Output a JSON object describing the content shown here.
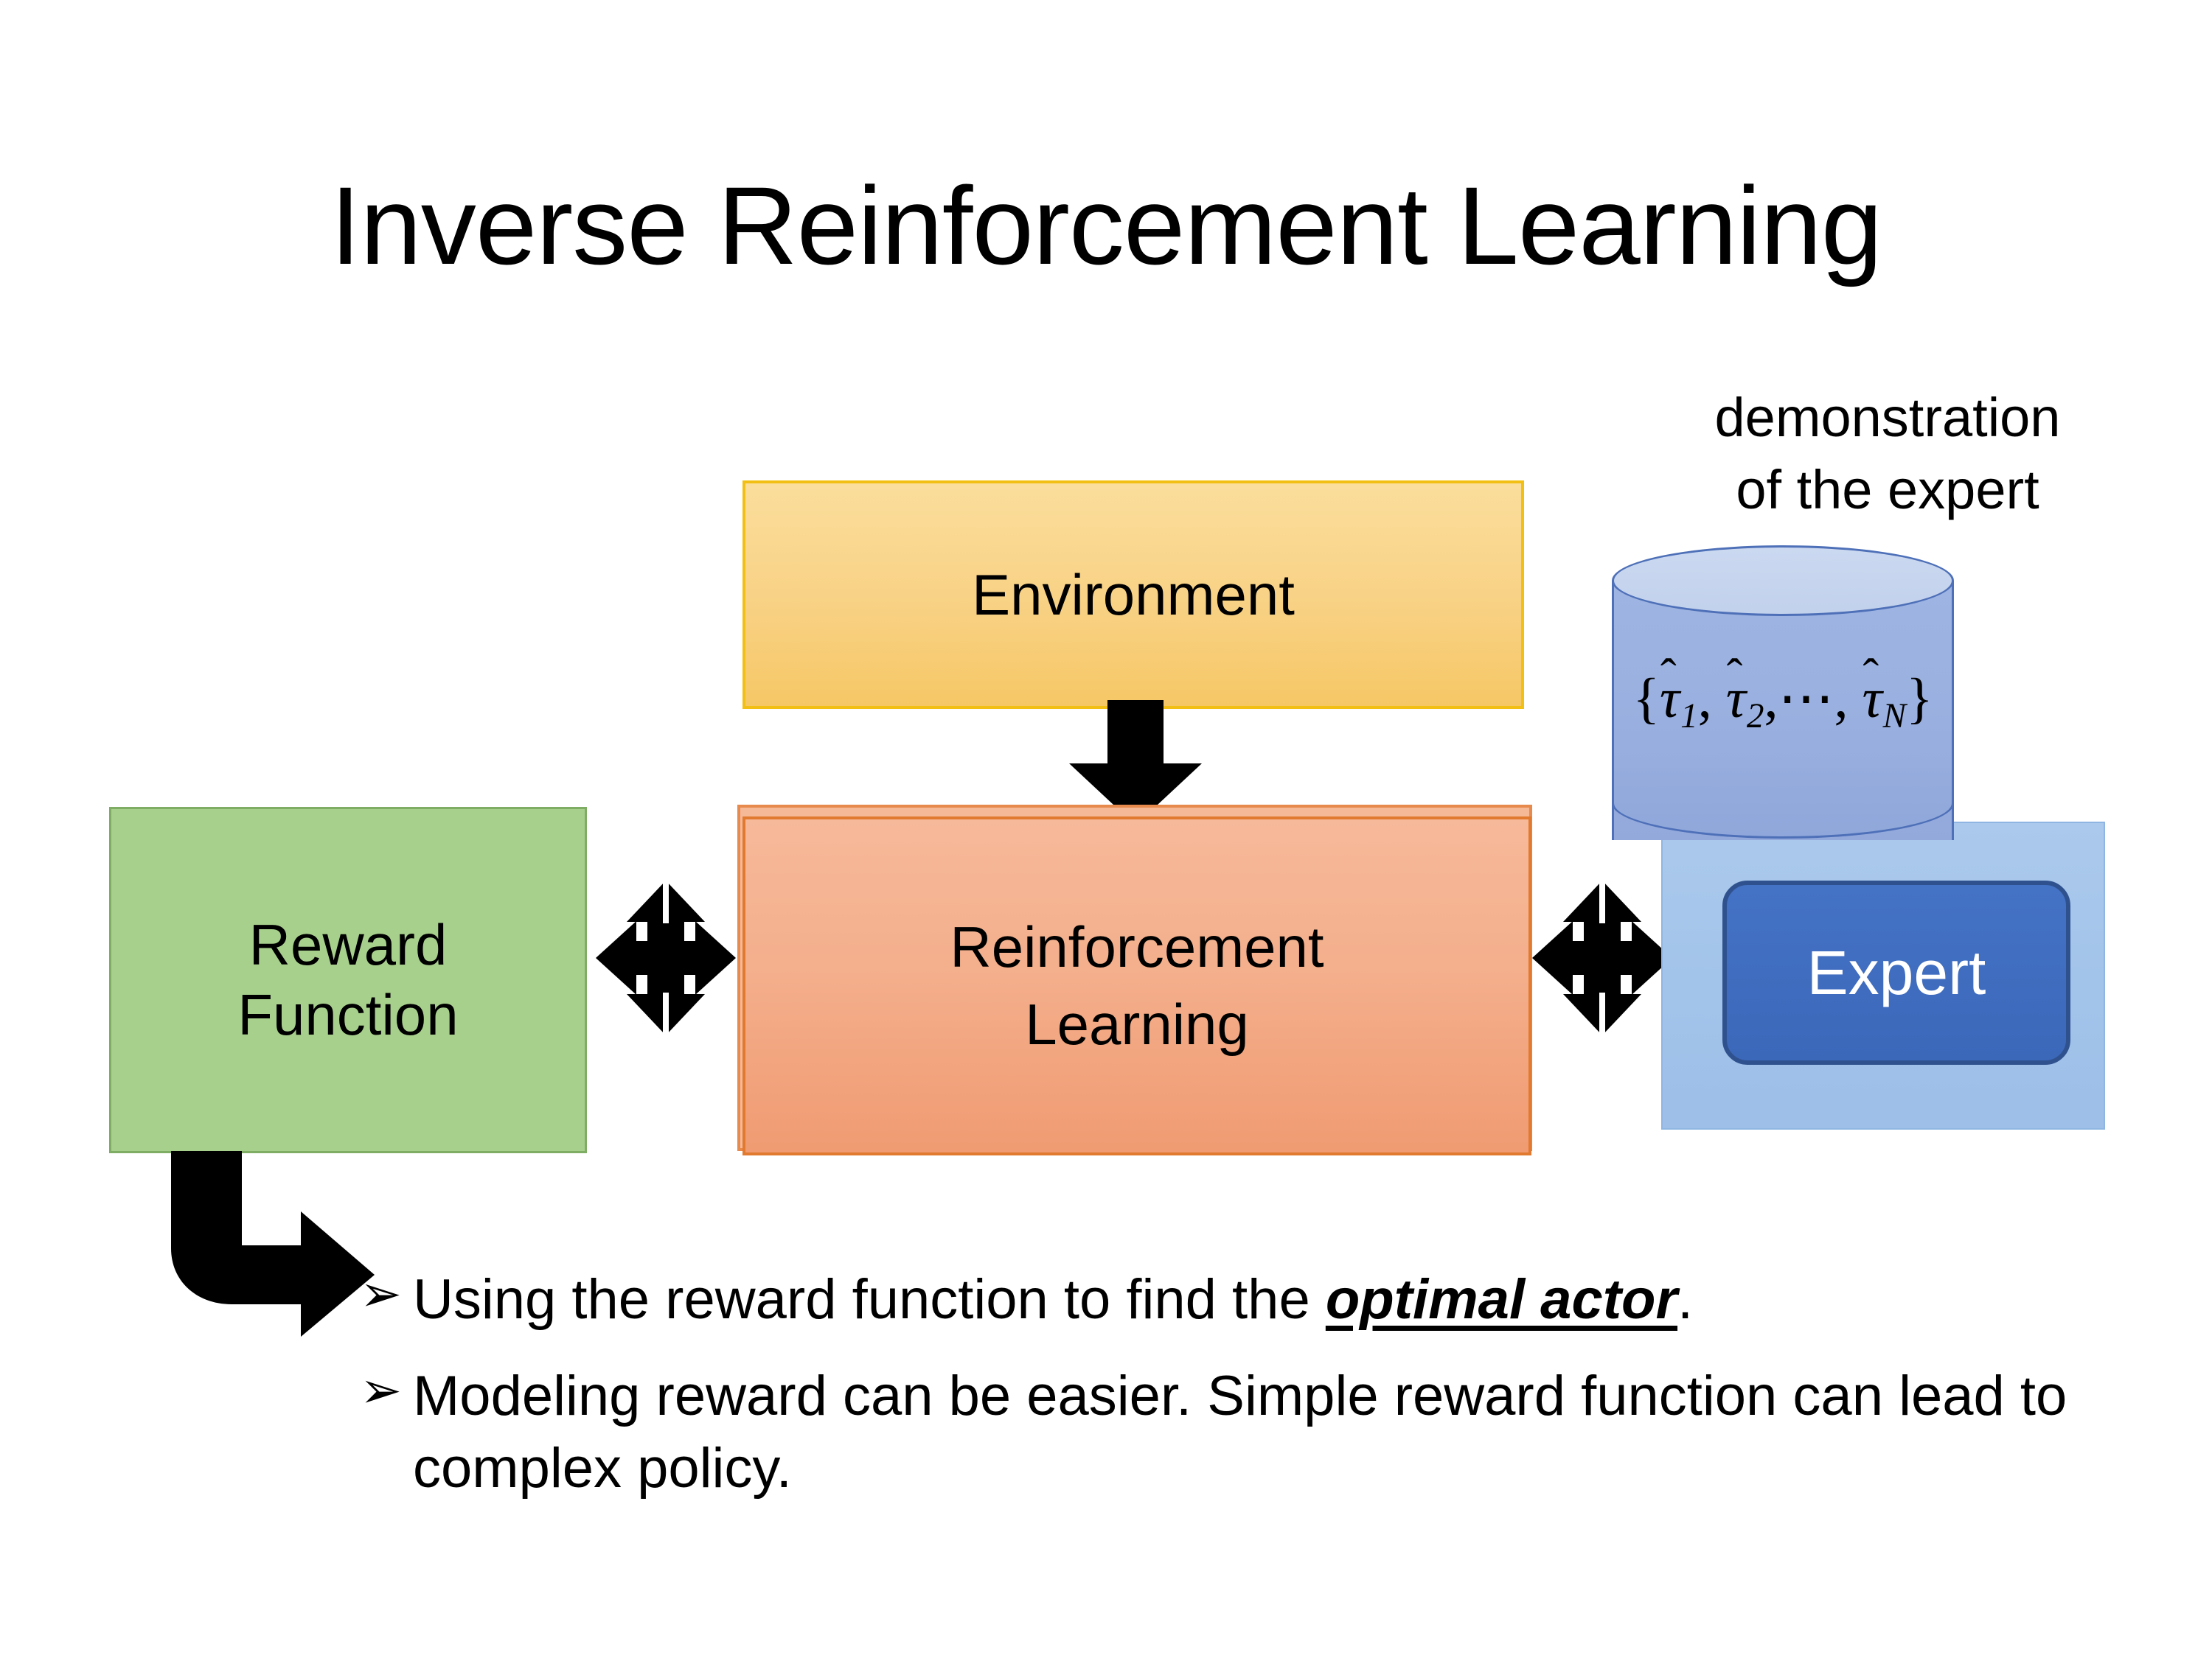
{
  "slide": {
    "title": "Inverse Reinforcement Learning"
  },
  "diagram": {
    "environment_box": {
      "label": "Environment",
      "fill": "#F8D184",
      "border": "#F2C014"
    },
    "reward_box": {
      "label_line1": "Reward",
      "label_line2": "Function",
      "fill": "#A8D08D",
      "border": "#7FAD63"
    },
    "rl_box": {
      "label_line1": "Reinforcement",
      "label_line2": "Learning",
      "fill": "#F4AF8C",
      "border": "#E1792F"
    },
    "expert_panel": {
      "caption_line1": "demonstration",
      "caption_line2": "of the expert",
      "chip_label": "Expert",
      "panel_fill": "#A3C4EA",
      "chip_fill": "#4472C4",
      "chip_border": "#2F528F"
    },
    "trajectory_cylinder": {
      "formula_open": "{",
      "tau_symbol": "τ",
      "hat": "ˆ",
      "sub_1": "1",
      "sub_2": "2",
      "sub_N": "N",
      "comma": ",",
      "ellipsis": "⋯",
      "formula_close": "}",
      "formula_plain": "{τ̂1, τ̂2, ⋯, τ̂N}",
      "body_fill": "#9BB1E0",
      "top_fill": "#C2D1EC",
      "stroke": "#4E70B8"
    },
    "connectors": {
      "env_to_rl": "down-arrow",
      "reward_rl": "four-way-double-arrow",
      "rl_expert": "four-way-double-arrow",
      "reward_to_bullet": "bent-arrow",
      "color": "#000000"
    }
  },
  "bullets": [
    {
      "marker": "➢",
      "prefix": "Using the reward function to find the ",
      "emphasis": "optimal actor",
      "suffix": "."
    },
    {
      "marker": "➢",
      "prefix": "Modeling reward can be easier. Simple reward function can lead to complex policy.",
      "emphasis": "",
      "suffix": ""
    }
  ]
}
